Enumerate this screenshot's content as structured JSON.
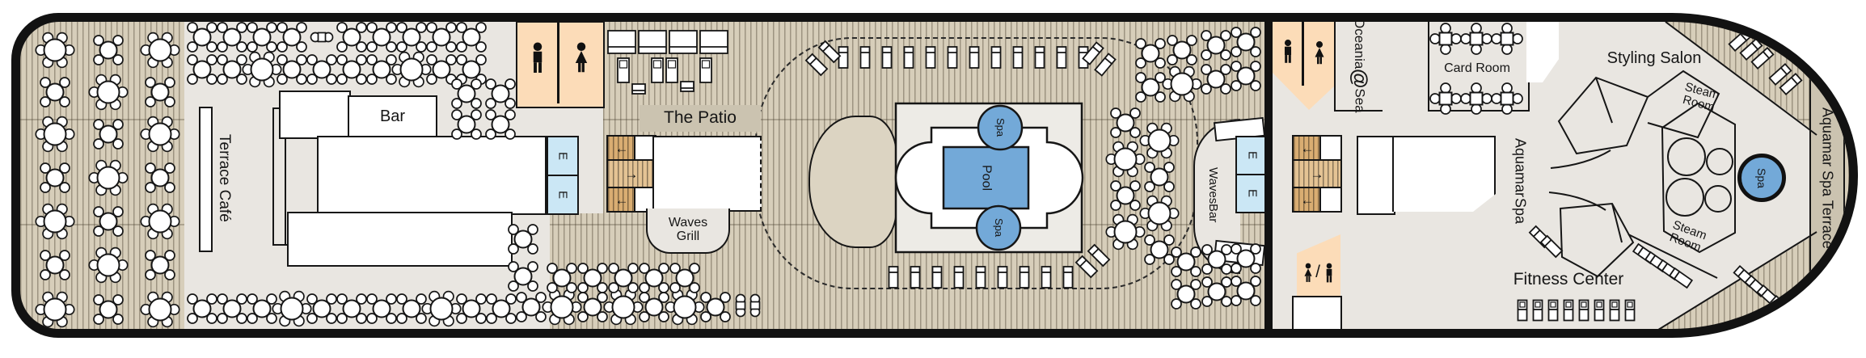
{
  "deck_plan": {
    "venues": {
      "terrace_cafe": "Terrace Café",
      "bar": "Bar",
      "the_patio": "The Patio",
      "waves_grill": [
        "Waves",
        "Grill"
      ],
      "pool": "Pool",
      "spa": "Spa",
      "waves_bar": [
        "Waves",
        "Bar"
      ],
      "oceania_at_sea": [
        "Oceania",
        "@",
        "Sea"
      ],
      "card_room": "Card Room",
      "styling_salon": "Styling Salon",
      "steam_room": [
        "Steam",
        "Room"
      ],
      "aquamar_spa": [
        "Aquamar",
        "Spa"
      ],
      "fitness_center": "Fitness Center",
      "aquamar_spa_terrace": "Aquamar Spa Terrace"
    },
    "elevator_label": "E",
    "arrows": {
      "left": "←",
      "right": "→"
    },
    "unisex_separator": "/",
    "icons": {
      "mens_restroom": "man-icon",
      "womens_restroom": "woman-icon",
      "unisex_restroom": "woman-man-icon"
    },
    "colors": {
      "pool_blue": "#73a9d8",
      "deck_wood": "#d7ceba",
      "indoor_floor": "#e9e6e1",
      "restroom_peach": "#fcdcb8",
      "elevator_blue": "#cbe7f5",
      "stair_tan": "#d9ad72",
      "banner_tan": "#cbc3b0"
    }
  }
}
